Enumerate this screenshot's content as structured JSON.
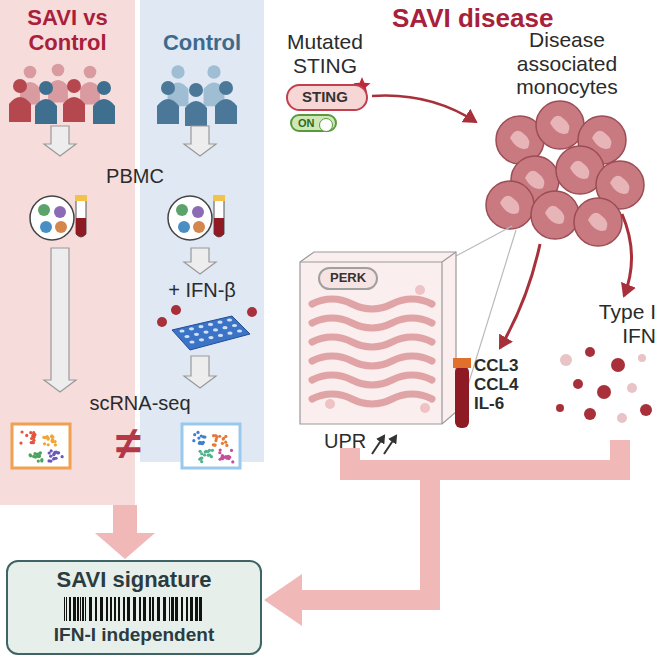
{
  "diagram": {
    "nodes": [
      {
        "text": [
          "SAVI vs Control"
        ]
      },
      {
        "text": [
          "Control"
        ]
      },
      {
        "text": [
          "SAVI signature",
          "IFN-I independent"
        ]
      },
      {
        "text": [
          "STING"
        ]
      },
      {
        "text": [
          "ON"
        ]
      },
      {
        "text": [
          "PERK"
        ]
      }
    ],
    "edges": [
      {
        "from": 0,
        "to": 2,
        "arrow": "to"
      }
    ],
    "labels": [
      "PBMC",
      "+ IFN-β",
      "scRNA-seq",
      "≠",
      "SAVI disease",
      "Mutated STING",
      "Disease associated monocytes",
      "Type I IFN",
      "UPR",
      "CCL3 CCL4 IL-6"
    ]
  }
}
